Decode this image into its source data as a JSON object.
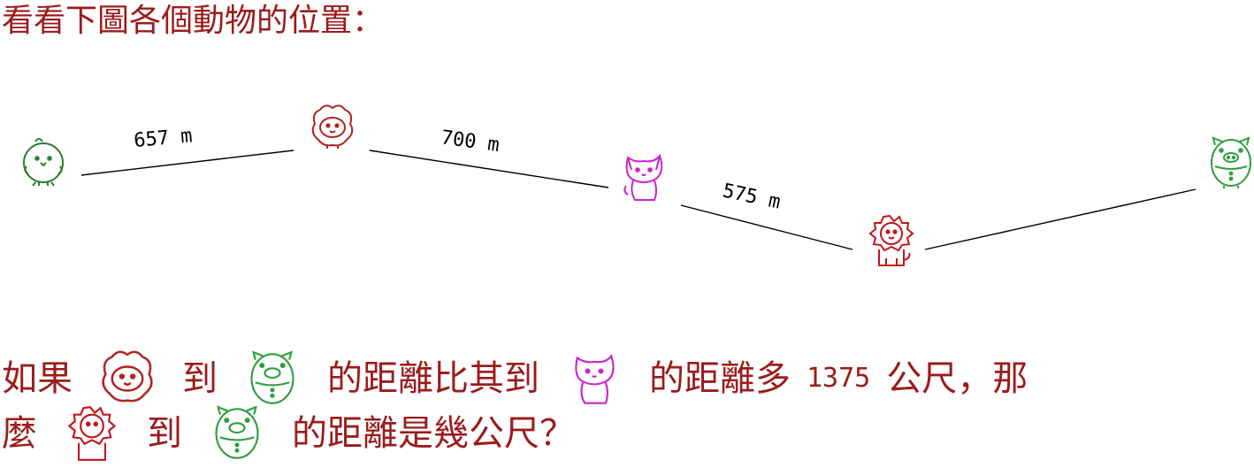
{
  "title": "看看下圖各個動物的位置：",
  "colors": {
    "text": "#9b1c1c",
    "chick": "#2e7d2e",
    "sheep": "#b22222",
    "cat": "#cc22cc",
    "lion": "#c0161b",
    "pig": "#2e9e3e"
  },
  "animals": [
    {
      "name": "chick",
      "icon": "chick-icon"
    },
    {
      "name": "sheep",
      "icon": "sheep-icon"
    },
    {
      "name": "cat",
      "icon": "cat-icon"
    },
    {
      "name": "lion",
      "icon": "lion-icon"
    },
    {
      "name": "pig",
      "icon": "pig-icon"
    }
  ],
  "distances": [
    {
      "label": "657 m"
    },
    {
      "label": "700 m"
    },
    {
      "label": "575 m"
    }
  ],
  "question": {
    "line1": {
      "part1": "如果",
      "part2": "到",
      "part3": "的距離比其到",
      "part4": "的距離多",
      "number": "1375",
      "part5": "公尺，那"
    },
    "line2": {
      "part1": "麼",
      "part2": "到",
      "part3": "的距離是幾公尺？"
    }
  }
}
